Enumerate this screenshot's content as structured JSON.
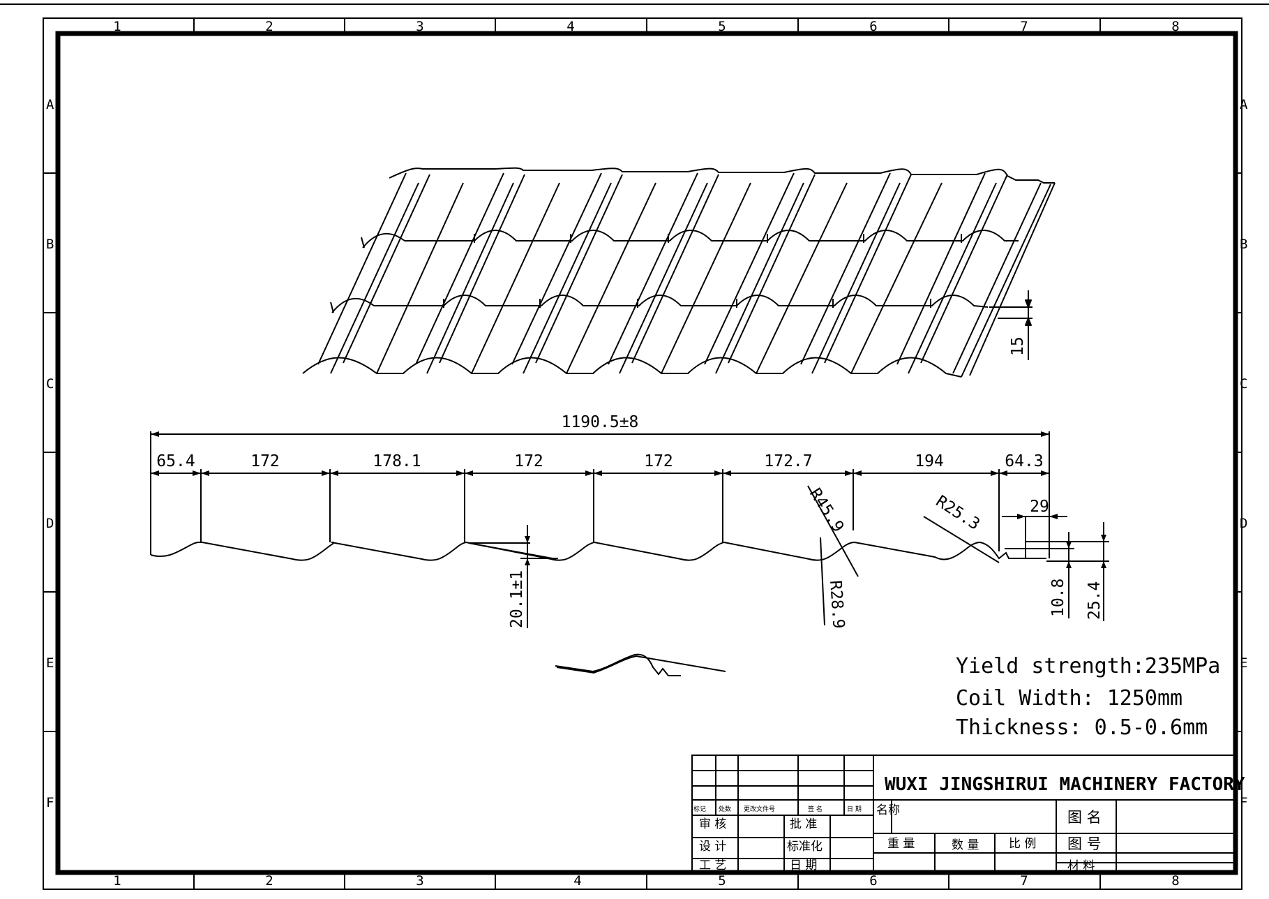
{
  "frame": {
    "columns": [
      "1",
      "2",
      "3",
      "4",
      "5",
      "6",
      "7",
      "8"
    ],
    "rows": [
      "A",
      "B",
      "C",
      "D",
      "E",
      "F"
    ]
  },
  "dimensions": {
    "overall": "1190.5±8",
    "segments": [
      "65.4",
      "172",
      "178.1",
      "172",
      "172",
      "172.7",
      "194",
      "64.3"
    ],
    "tile_step": "15",
    "wave_height": "20.1±1",
    "radius_1": "R45.9",
    "radius_2": "R28.9",
    "radius_3": "R25.3",
    "edge_width": "29",
    "edge_height_1": "10.8",
    "edge_height_2": "25.4"
  },
  "notes": {
    "yield": "Yield strength:235MPa",
    "coil": "Coil Width: 1250mm",
    "thickness": "Thickness: 0.5-0.6mm"
  },
  "title_block": {
    "company": "WUXI JINGSHIRUI MACHINERY FACTORY",
    "rev_headers": [
      "标记",
      "处数",
      "更改文件号",
      "签 名",
      "日 期"
    ],
    "name_label": "名称",
    "review": "审 核",
    "approve": "批 准",
    "design": "设 计",
    "standard": "标准化",
    "process": "工 艺",
    "date": "日 期",
    "weight": "重 量",
    "quantity": "数 量",
    "scale": "比 例",
    "drawing_name": "图 名",
    "drawing_no": "图 号",
    "material": "材 料"
  },
  "colors": {
    "line": "#000000",
    "background": "#ffffff"
  }
}
